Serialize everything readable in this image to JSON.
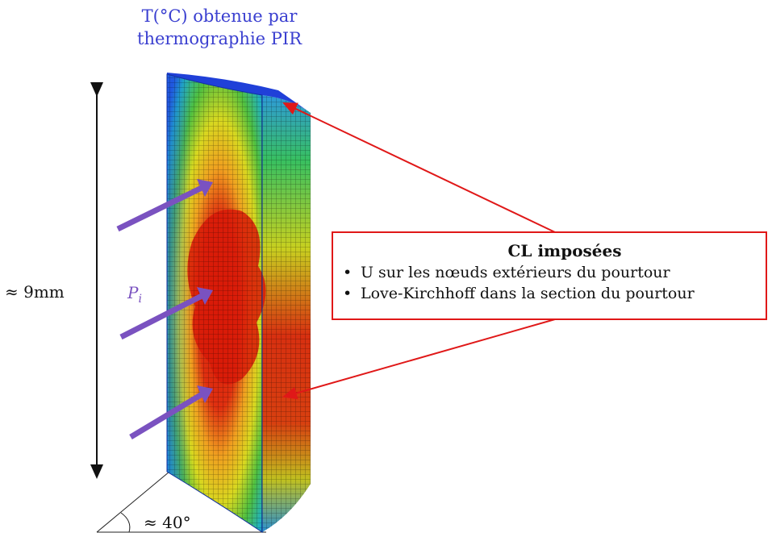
{
  "title": {
    "line1": "T(°C) obtenue par",
    "line2": "thermographie PIR"
  },
  "height_label": "≈ 9mm",
  "angle_label": "≈ 40°",
  "force_label": {
    "symbol": "P",
    "subscript": "i"
  },
  "boundary_conditions": {
    "title": "CL imposées",
    "items": [
      "U sur les nœuds extérieurs du pourtour",
      "Love-Kirchhoff dans la section du pourtour"
    ]
  },
  "colors": {
    "title": "#3a3fd0",
    "box_border": "#e01818",
    "callout_line": "#e01818",
    "force_arrow": "#7a52c0",
    "mesh_hot": "#d81a08",
    "mesh_warm": "#f0c020",
    "mesh_mid": "#40c040",
    "mesh_cool": "#2060e0"
  }
}
